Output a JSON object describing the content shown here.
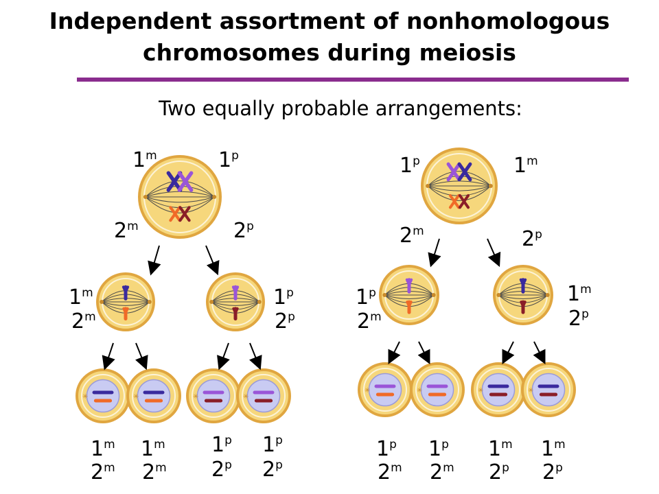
{
  "title": {
    "line1": "Independent assortment of nonhomologous",
    "line2": "chromosomes during meiosis"
  },
  "subtitle": "Two equally probable arrangements:",
  "colors": {
    "rule": "#8a2c8e",
    "cell_fill": "#f6d77c",
    "cell_rim": "#e0a640",
    "nucleus": "#c9cbf2",
    "chrom_1m": "#3a2a9e",
    "chrom_1p": "#9a55d8",
    "chrom_2m": "#f06a28",
    "chrom_2p": "#8a1e28"
  },
  "labels": {
    "left": {
      "parent": {
        "tl": [
          "1",
          "m"
        ],
        "tr": [
          "1",
          "p"
        ],
        "bl": [
          "2",
          "m"
        ],
        "br": [
          "2",
          "p"
        ]
      },
      "daughter_a": {
        "top": [
          "1",
          "m"
        ],
        "bottom": [
          "2",
          "m"
        ]
      },
      "daughter_b": {
        "top": [
          "1",
          "p"
        ],
        "bottom": [
          "2",
          "p"
        ]
      },
      "gametes": [
        {
          "top": [
            "1",
            "m"
          ],
          "bottom": [
            "2",
            "m"
          ]
        },
        {
          "top": [
            "1",
            "m"
          ],
          "bottom": [
            "2",
            "m"
          ]
        },
        {
          "top": [
            "1",
            "p"
          ],
          "bottom": [
            "2",
            "p"
          ]
        },
        {
          "top": [
            "1",
            "p"
          ],
          "bottom": [
            "2",
            "p"
          ]
        }
      ]
    },
    "right": {
      "parent": {
        "tl": [
          "1",
          "p"
        ],
        "tr": [
          "1",
          "m"
        ],
        "bl": [
          "2",
          "m"
        ],
        "br": [
          "2",
          "p"
        ]
      },
      "daughter_a": {
        "top": [
          "1",
          "p"
        ],
        "bottom": [
          "2",
          "m"
        ]
      },
      "daughter_b": {
        "top": [
          "1",
          "m"
        ],
        "bottom": [
          "2",
          "p"
        ]
      },
      "gametes": [
        {
          "top": [
            "1",
            "p"
          ],
          "bottom": [
            "2",
            "m"
          ]
        },
        {
          "top": [
            "1",
            "p"
          ],
          "bottom": [
            "2",
            "m"
          ]
        },
        {
          "top": [
            "1",
            "m"
          ],
          "bottom": [
            "2",
            "p"
          ]
        },
        {
          "top": [
            "1",
            "m"
          ],
          "bottom": [
            "2",
            "p"
          ]
        }
      ]
    }
  }
}
